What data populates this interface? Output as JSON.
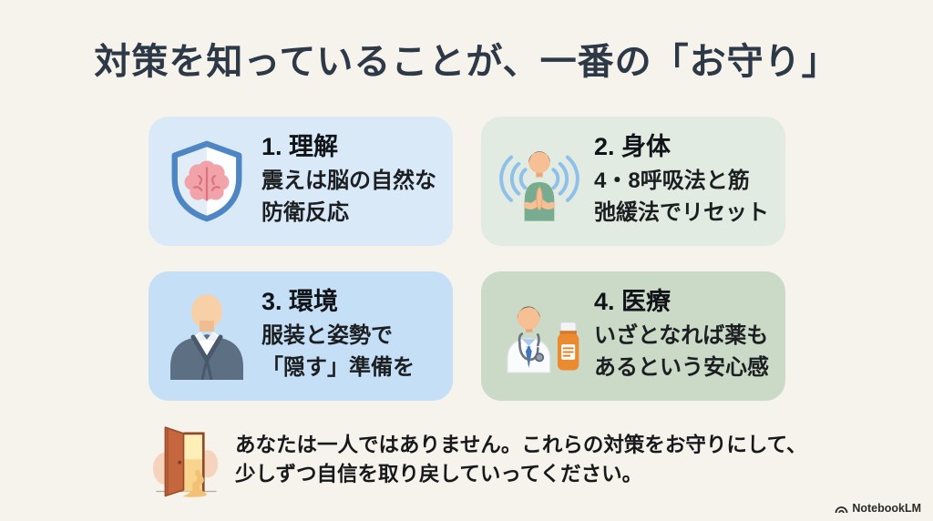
{
  "slide": {
    "title": "対策を知っていることが、一番の「お守り」",
    "watermark": "NotebookLM"
  },
  "cards": [
    {
      "title": "1. 理解",
      "desc_line1": "震えは脳の自然な",
      "desc_line2": "防衛反応",
      "icon": "shield-with-brain",
      "bg": "#d9e9f8"
    },
    {
      "title": "2. 身体",
      "desc_line1": "4・8呼吸法と筋",
      "desc_line2": "弛緩法でリセット",
      "icon": "calm-person-with-vibration-waves",
      "bg": "#e2ebe1"
    },
    {
      "title": "3. 環境",
      "desc_line1": "服装と姿勢で",
      "desc_line2": "「隠す」準備を",
      "icon": "person-in-suit",
      "bg": "#c5dff6"
    },
    {
      "title": "4. 医療",
      "desc_line1": "いざとなれば薬も",
      "desc_line2": "あるという安心感",
      "icon": "doctor-with-medicine-bottle",
      "bg": "#cbdac6"
    }
  ],
  "footer": {
    "message_line1": "あなたは一人ではありません。これらの対策をお守りにして、",
    "message_line2": "少しずつ自信を取り戻していってください。",
    "icon": "open-door-with-path"
  },
  "colors": {
    "background": "#f6f3ec",
    "title_text": "#2d3947",
    "body_text": "#1c1f22",
    "shield_blue": "#4e86c4",
    "brain_pink": "#f2a3aa",
    "wave_blue": "#8fc0ea",
    "shirt_green": "#78ac90",
    "suit_slate": "#5d6f82",
    "tie_blue": "#3e74c0",
    "bottle_orange": "#ec8a30",
    "door_terracotta": "#c4663e",
    "path_gold": "#f3c176"
  }
}
